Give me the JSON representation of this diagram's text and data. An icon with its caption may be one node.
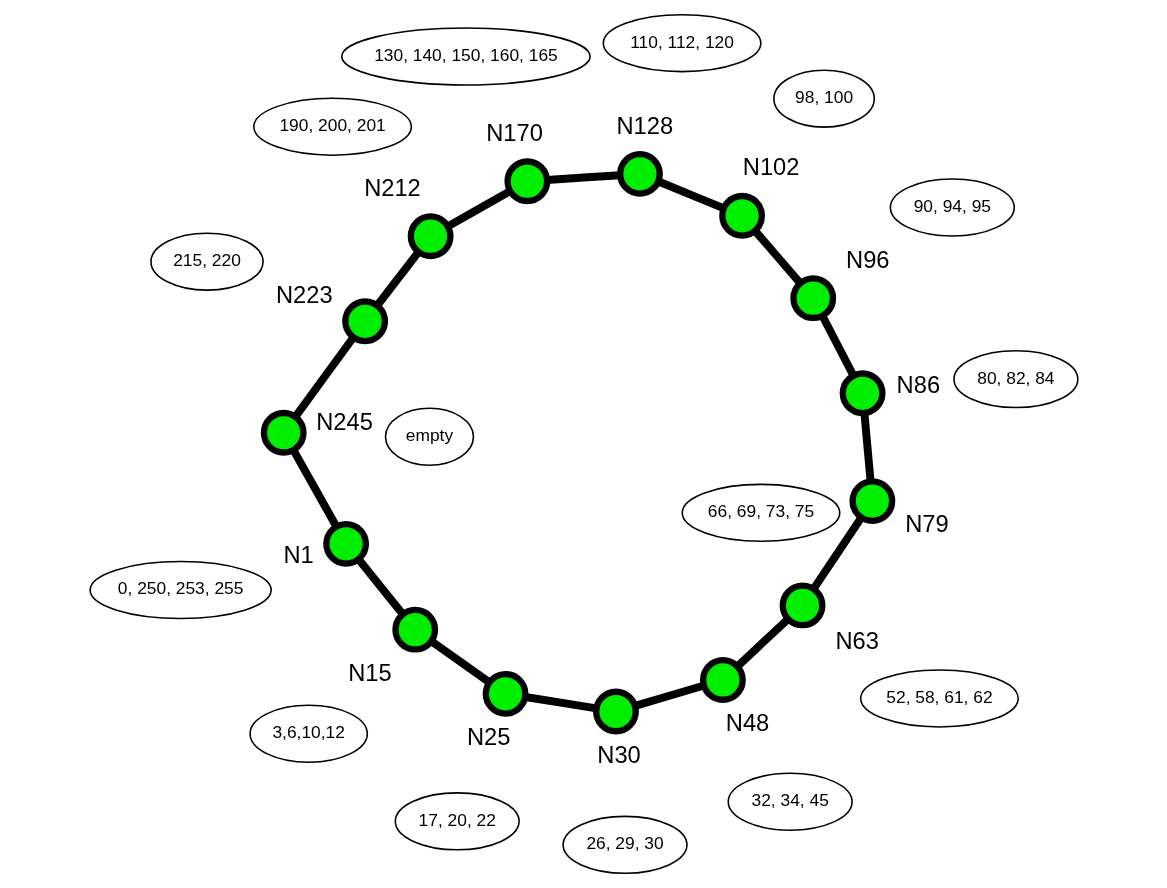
{
  "diagram": {
    "nodes": [
      {
        "text": [],
        "shape": "circle",
        "beside": [
          "N1"
        ]
      },
      {
        "text": [
          "0, 250, 253, 255"
        ]
      },
      {
        "text": [],
        "shape": "circle",
        "beside": [
          "N15"
        ]
      },
      {
        "text": [
          "3,6,10,12"
        ]
      },
      {
        "text": [],
        "shape": "circle",
        "beside": [
          "N25"
        ]
      },
      {
        "text": [
          "17, 20, 22"
        ]
      },
      {
        "text": [],
        "shape": "circle",
        "beside": [
          "N30"
        ]
      },
      {
        "text": [
          "26, 29, 30"
        ]
      },
      {
        "text": [],
        "shape": "circle",
        "beside": [
          "N48"
        ]
      },
      {
        "text": [
          "32, 34, 45"
        ]
      },
      {
        "text": [],
        "shape": "circle",
        "beside": [
          "N63"
        ]
      },
      {
        "text": [
          "52, 58, 61, 62"
        ]
      },
      {
        "text": [],
        "shape": "circle",
        "beside": [
          "N79"
        ]
      },
      {
        "text": [
          "66, 69, 73, 75"
        ]
      },
      {
        "text": [],
        "shape": "circle",
        "beside": [
          "N86"
        ]
      },
      {
        "text": [
          "80, 82, 84"
        ]
      },
      {
        "text": [],
        "shape": "circle",
        "beside": [
          "N96"
        ]
      },
      {
        "text": [
          "90, 94, 95"
        ]
      },
      {
        "text": [],
        "shape": "circle",
        "beside": [
          "N102"
        ]
      },
      {
        "text": [
          "98, 100"
        ]
      },
      {
        "text": [],
        "shape": "circle",
        "beside": [
          "N128"
        ]
      },
      {
        "text": [
          "110, 112, 120"
        ]
      },
      {
        "text": [],
        "shape": "circle",
        "beside": [
          "N170"
        ]
      },
      {
        "text": [
          "130, 140, 150, 160, 165"
        ]
      },
      {
        "text": [],
        "shape": "circle",
        "beside": [
          "N212"
        ]
      },
      {
        "text": [
          "190, 200, 201"
        ]
      },
      {
        "text": [],
        "shape": "circle",
        "beside": [
          "N223"
        ]
      },
      {
        "text": [
          "215, 220"
        ]
      },
      {
        "text": [],
        "shape": "circle",
        "beside": [
          "N245"
        ]
      },
      {
        "text": [
          "empty"
        ]
      }
    ],
    "edges": [
      {
        "from": 0,
        "to": 2,
        "arrow": "none"
      },
      {
        "from": 2,
        "to": 4,
        "arrow": "none"
      },
      {
        "from": 4,
        "to": 6,
        "arrow": "none"
      },
      {
        "from": 6,
        "to": 8,
        "arrow": "none"
      },
      {
        "from": 8,
        "to": 10,
        "arrow": "none"
      },
      {
        "from": 10,
        "to": 12,
        "arrow": "none"
      },
      {
        "from": 12,
        "to": 14,
        "arrow": "none"
      },
      {
        "from": 14,
        "to": 16,
        "arrow": "none"
      },
      {
        "from": 16,
        "to": 18,
        "arrow": "none"
      },
      {
        "from": 18,
        "to": 20,
        "arrow": "none"
      },
      {
        "from": 20,
        "to": 22,
        "arrow": "none"
      },
      {
        "from": 22,
        "to": 24,
        "arrow": "none"
      },
      {
        "from": 24,
        "to": 26,
        "arrow": "none"
      },
      {
        "from": 26,
        "to": 28,
        "arrow": "none"
      },
      {
        "from": 28,
        "to": 0,
        "arrow": "none"
      }
    ]
  }
}
